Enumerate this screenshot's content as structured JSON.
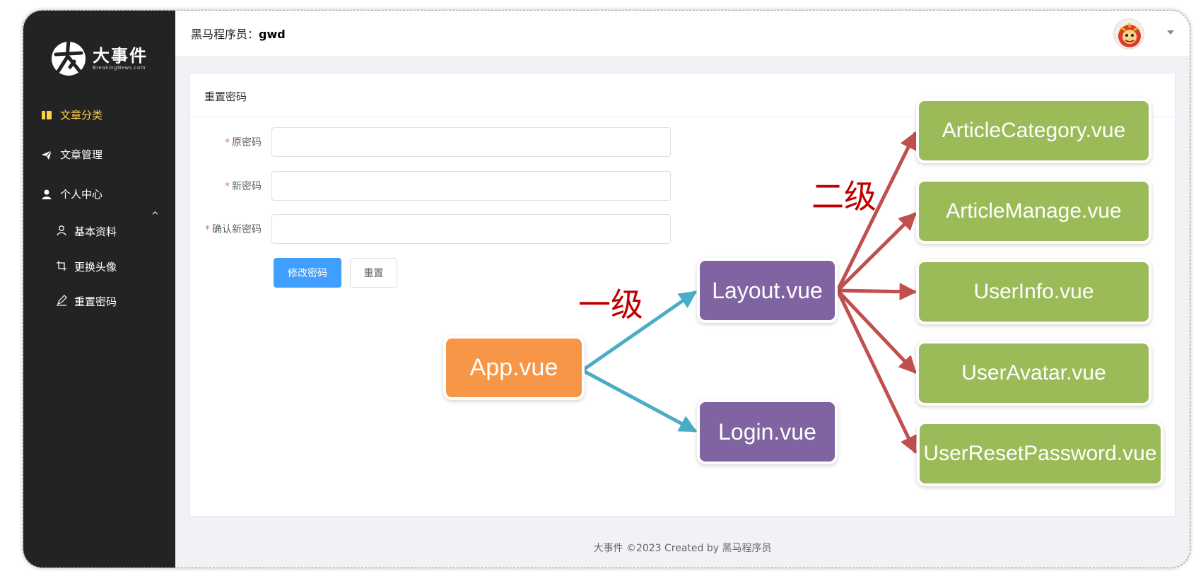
{
  "header": {
    "prefix": "黑马程序员：",
    "username": "gwd"
  },
  "sidebar": {
    "logo_text": "大事件",
    "logo_sub": "BreakingNews.com",
    "items": [
      {
        "label": "文章分类",
        "icon": "book-icon",
        "active": true
      },
      {
        "label": "文章管理",
        "icon": "paper-plane-icon"
      },
      {
        "label": "个人中心",
        "icon": "user-icon",
        "expanded": true
      }
    ],
    "sub_items": [
      {
        "label": "基本资料",
        "icon": "user-outline-icon"
      },
      {
        "label": "更换头像",
        "icon": "crop-icon"
      },
      {
        "label": "重置密码",
        "icon": "edit-pen-icon"
      }
    ]
  },
  "card": {
    "title": "重置密码",
    "fields": [
      {
        "label": "原密码",
        "required": true,
        "value": ""
      },
      {
        "label": "新密码",
        "required": true,
        "value": ""
      },
      {
        "label": "确认新密码",
        "required": true,
        "value": ""
      }
    ],
    "buttons": {
      "submit": "修改密码",
      "reset": "重置"
    }
  },
  "footer": {
    "text": "大事件 ©2023 Created by 黑马程序员"
  },
  "diagram": {
    "level1_label": "一级",
    "level2_label": "二级",
    "root": "App.vue",
    "level1": [
      "Layout.vue",
      "Login.vue"
    ],
    "level2": [
      "ArticleCategory.vue",
      "ArticleManage.vue",
      "UserInfo.vue",
      "UserAvatar.vue",
      "UserResetPassword.vue"
    ]
  },
  "colors": {
    "sidebar_bg": "#232323",
    "active": "#ffd04b",
    "primary": "#409eff",
    "required": "#f56c6c",
    "node_root": "#f79646",
    "node_level1": "#8064a2",
    "node_level2": "#9bbb59",
    "arrow_level1": "#4bacc6",
    "arrow_level2": "#c0504d",
    "level_label": "#c00000"
  }
}
